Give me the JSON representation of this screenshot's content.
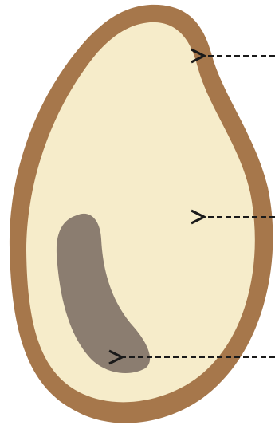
{
  "diagram": {
    "colors": {
      "background": "#ffffff",
      "bran": "#a6774b",
      "endosperm": "#f6ecca",
      "germ": "#8b7d70",
      "arrow": "#1a1a1a"
    },
    "parts": [
      {
        "id": "bran",
        "pointer": "arrow-1"
      },
      {
        "id": "endosperm",
        "pointer": "arrow-2"
      },
      {
        "id": "germ",
        "pointer": "arrow-3"
      }
    ]
  }
}
